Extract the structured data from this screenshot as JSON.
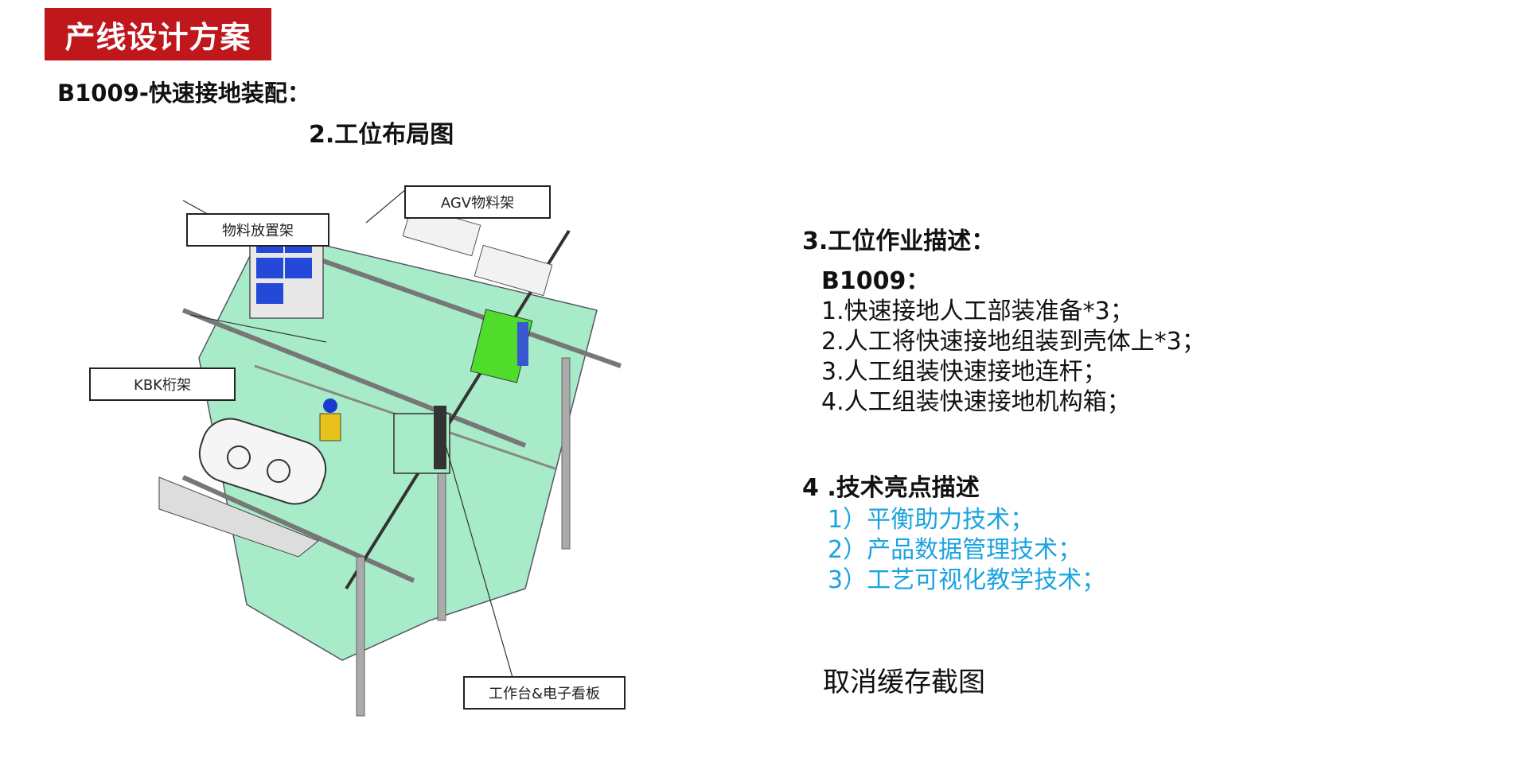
{
  "header": {
    "title": "产线设计方案"
  },
  "subtitle": "B1009-快速接地装配：",
  "diagram": {
    "title": "2.工位布局图",
    "labels": {
      "agv_rack": "AGV物料架",
      "material_rack": "物料放置架",
      "kbk_frame": "KBK桁架",
      "workbench": "工作台&电子看板"
    }
  },
  "work_description": {
    "heading": "3.工位作业描述：",
    "model": "B1009：",
    "items": [
      "1.快速接地人工部装准备*3；",
      "2.人工将快速接地组装到壳体上*3；",
      "3.人工组装快速接地连杆；",
      "4.人工组装快速接地机构箱；"
    ]
  },
  "highlights": {
    "heading": "4 .技术亮点描述",
    "items": [
      "1）平衡助力技术；",
      "2）产品数据管理技术；",
      "3）工艺可视化教学技术；"
    ]
  },
  "footer": {
    "text": "取消缓存截图"
  },
  "colors": {
    "title_bg": "#c0171d",
    "highlight_text": "#1aa3e0",
    "floor": "#a8ebc8"
  }
}
